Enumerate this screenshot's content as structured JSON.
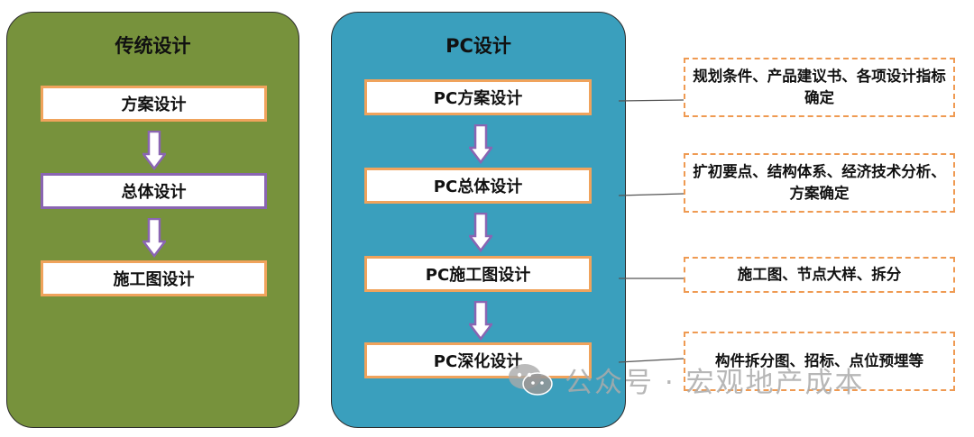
{
  "left_panel": {
    "title": "传统设计",
    "steps": [
      "方案设计",
      "总体设计",
      "施工图设计"
    ]
  },
  "right_panel": {
    "title": "PC设计",
    "steps": [
      "PC方案设计",
      "PC总体设计",
      "PC施工图设计",
      "PC深化设计"
    ]
  },
  "notes": [
    "规划条件、产品建议书、各项设计指标确定",
    "扩初要点、结构体系、经济技术分析、方案确定",
    "施工图、节点大样、拆分",
    "构件拆分图、招标、点位预埋等"
  ],
  "watermark": {
    "text": "公众号 · 宏观地产成本",
    "icon": "wechat-icon"
  },
  "colors": {
    "left_panel_bg": "#77923c",
    "right_panel_bg": "#3a9fbd",
    "box_border_orange": "#f0a35c",
    "box_border_purple": "#8a65b2",
    "note_border": "#ef9a52"
  }
}
